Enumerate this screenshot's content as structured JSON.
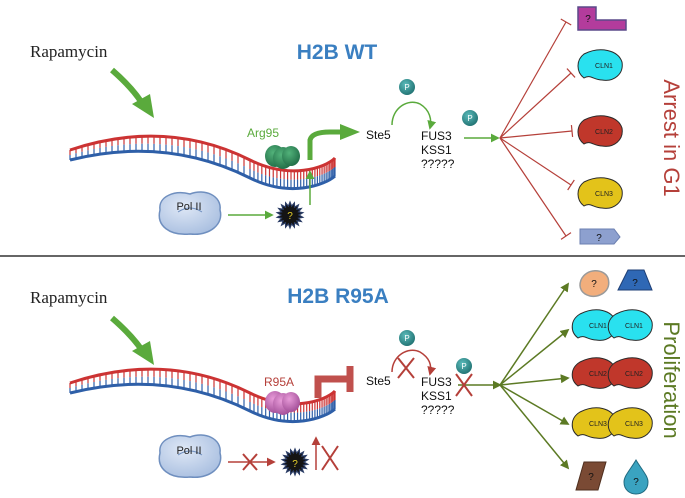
{
  "colors": {
    "wt_title": "#3a7fc1",
    "green": "#5aaa3c",
    "dark_red": "#b5403a",
    "olive": "#5c7a24",
    "dna_red": "#cc3333",
    "dna_blue": "#2e5fa8",
    "pol_fill": "#b8cce8",
    "pol_stroke": "#6f8fbf",
    "phospho": "#2e8c8c",
    "cyan": "#29e1ef",
    "cln2": "#c0372b",
    "cln3": "#e3c31a",
    "divider": "#333333"
  },
  "top": {
    "title": "H2B WT",
    "drug": "Rapamycin",
    "histone_label": "Arg95",
    "polymerase": "Pol II",
    "unknown": "?",
    "kinase_adapter": "Ste5",
    "phospho": "P",
    "kinase_lines": [
      "FUS3",
      "KSS1",
      "?????"
    ],
    "outcome": "Arrest in G1",
    "targets": [
      "?",
      "CLN1",
      "CLN2",
      "CLN3",
      "?"
    ]
  },
  "bottom": {
    "title": "H2B R95A",
    "drug": "Rapamycin",
    "histone_label": "R95A",
    "polymerase": "Pol II",
    "unknown": "?",
    "kinase_adapter": "Ste5",
    "phospho": "P",
    "kinase_lines": [
      "FUS3",
      "KSS1",
      "?????"
    ],
    "outcome": "Proliferation",
    "targets": [
      "?",
      "?",
      "CLN1",
      "CLN1",
      "CLN2",
      "CLN2",
      "CLN3",
      "CLN3",
      "?",
      "?"
    ]
  }
}
